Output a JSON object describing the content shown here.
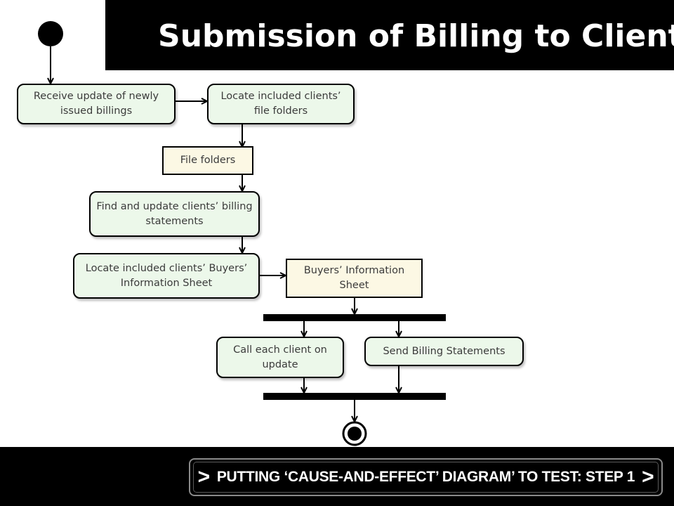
{
  "title": "Submission of Billing to Client",
  "nodes": {
    "receive_update": "Receive update of newly issued billings",
    "locate_folders": "Locate included clients’ file folders",
    "file_folders": "File folders",
    "find_update": "Find and update clients’ billing statements",
    "locate_buyers": "Locate included clients’ Buyers’ Information Sheet",
    "buyers_sheet": "Buyers’ Information Sheet",
    "call_client": "Call each client on update",
    "send_billing": "Send Billing Statements"
  },
  "footer": {
    "prefix": ">",
    "text": "PUTTING ‘CAUSE-AND-EFFECT’ DIAGRAM’ TO TEST: STEP 1",
    "suffix": ">"
  }
}
